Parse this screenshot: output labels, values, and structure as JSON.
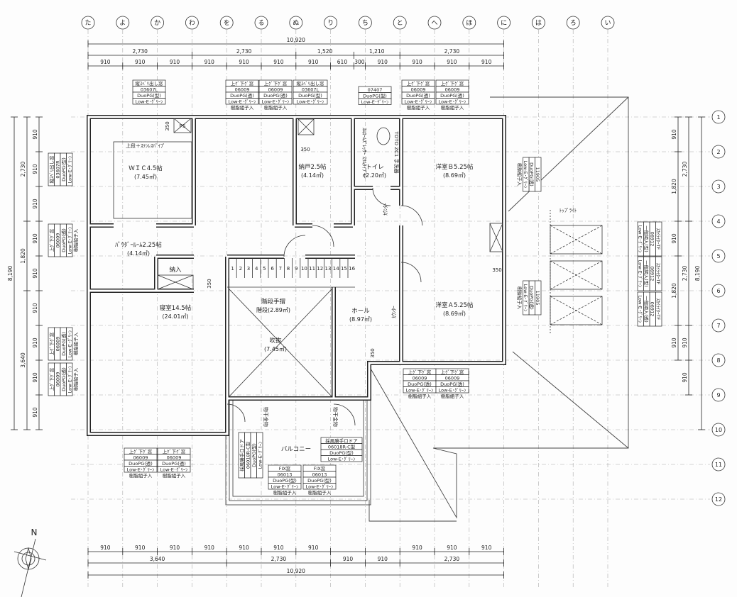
{
  "grid": {
    "columns": [
      "た",
      "よ",
      "か",
      "わ",
      "を",
      "る",
      "ぬ",
      "り",
      "ち",
      "と",
      "へ",
      "ほ",
      "に",
      "は",
      "ろ",
      "い"
    ],
    "rows": [
      "1",
      "2",
      "3",
      "4",
      "5",
      "6",
      "7",
      "8",
      "9",
      "10",
      "11",
      "12"
    ]
  },
  "dimensions": {
    "top_total": [
      "10,920"
    ],
    "top_mid": [
      "2,730",
      "2,730",
      "1,520",
      "1,210",
      "2,730"
    ],
    "top_unit": [
      "910",
      "910",
      "910",
      "910",
      "910",
      "910",
      "910",
      "610",
      "300",
      "910",
      "910",
      "910",
      "910"
    ],
    "bottom_unit": [
      "910",
      "910",
      "910",
      "910",
      "910",
      "910",
      "910",
      null,
      null,
      "910",
      "910",
      "910"
    ],
    "bottom_mid": [
      "3,640",
      "2,730",
      "910",
      "910",
      "2,730"
    ],
    "bottom_total": [
      "10,920"
    ],
    "left_total": [
      "8,190"
    ],
    "left_mid": [
      "2,730",
      "1,820",
      "3,640"
    ],
    "left_unit": [
      "910",
      "910",
      "910",
      "910",
      "910",
      "910",
      "910",
      "910",
      "910"
    ],
    "right_a": [
      "910",
      "1,820",
      "910",
      "1,820",
      "910"
    ],
    "right_b": [
      "2,730",
      "2,730",
      "910",
      "910"
    ],
    "right_total": [
      "8,190"
    ]
  },
  "rooms": {
    "wic": {
      "name": "ＷＩＣ4.5帖",
      "area": "(7.45㎡)"
    },
    "powder": {
      "name": "ﾊﾟｳﾀﾞｰﾙｰﾑ2.25帖",
      "area": "(4.14㎡)"
    },
    "bedroom": {
      "name": "寝室14.5帖",
      "area": "(24.01㎡)"
    },
    "storage": {
      "name": "納戸2.5帖",
      "area": "(4.14㎡)"
    },
    "toilet": {
      "name": "トイレ",
      "area": "(2.20㎡)"
    },
    "western_b": {
      "name": "洋室Ｂ5.25帖",
      "area": "(8.69㎡)"
    },
    "western_a": {
      "name": "洋室Ａ5.25帖",
      "area": "(8.69㎡)"
    },
    "hall": {
      "name": "ホール",
      "area": "(8.97㎡)"
    },
    "stairs": {
      "name": "階段手摺",
      "area": "階段(2.89㎡)"
    },
    "void": {
      "name": "吹抜",
      "area": "(7.45㎡)"
    },
    "balcony": {
      "name": "バルコニー",
      "area": ""
    },
    "closet_in": {
      "name": "納入",
      "area": ""
    }
  },
  "labels": {
    "upper_shelf": "上段＋ｽﾃﾝﾚｽﾊﾟｲﾌﾟ",
    "top_light": "ﾄｯﾌﾟﾗｲﾄ",
    "counter": "ｶｳﾝﾀｰ",
    "toilet_fixture": "TOTO ZC1 手洗器",
    "dresser": "ｽﾑﾛｰﾑｽﾞﾚｯｻｰ ｽﾘﾑﾀｲﾌﾟC",
    "clearance": "350",
    "ps": "PS",
    "drying_hardware": "物干金物",
    "compass": "N"
  },
  "stair_numbers": [
    "1",
    "2",
    "3",
    "4",
    "5",
    "6",
    "7",
    "8",
    "9",
    "10",
    "11",
    "12",
    "13",
    "14",
    "15",
    "16"
  ],
  "windows": [
    {
      "lines": [
        "縦ｽﾍﾞﾘ出し窓",
        "03607L",
        "DuoPG(型)",
        "Low-E･ｸﾞﾘｰﾝ"
      ],
      "note": ""
    },
    {
      "lines": [
        "上ｹﾞ下ｹﾞ窓",
        "06009",
        "DuoPG(透)",
        "Low-E･ｸﾞﾘｰﾝ"
      ],
      "note": "樹脂組子入"
    },
    {
      "lines": [
        "上ｹﾞ下ｹﾞ窓",
        "06009",
        "DuoPG(透)",
        "Low-E･ｸﾞﾘｰﾝ"
      ],
      "note": "樹脂組子入"
    },
    {
      "lines": [
        "縦ｽﾍﾞﾘ出し窓",
        "03607L",
        "DuoPG(型)",
        "Low-E･ｸﾞﾘｰﾝ"
      ],
      "note": ""
    },
    {
      "lines": [
        "07407",
        "DuoPG(型)",
        "Low-E･ｸﾞﾘｰﾝ"
      ],
      "note": ""
    },
    {
      "lines": [
        "上ｹﾞ下ｹﾞ窓",
        "06009",
        "DuoPG(透)",
        "Low-E･ｸﾞﾘｰﾝ"
      ],
      "note": "樹脂組子入"
    },
    {
      "lines": [
        "上ｹﾞ下ｹﾞ窓",
        "06009",
        "DuoPG(透)",
        "Low-E･ｸﾞﾘｰﾝ"
      ],
      "note": "樹脂組子入"
    },
    {
      "lines": [
        "縦ｽﾍﾞﾘ出し窓",
        "03607R",
        "DuoPG(型)",
        "Low-E･ｸﾞﾘｰﾝ"
      ],
      "note": ""
    },
    {
      "lines": [
        "上ｹﾞ下ｹﾞ窓",
        "06009",
        "DuoPG(透)",
        "Low-E･ｸﾞﾘｰﾝ"
      ],
      "note": "樹脂組子入"
    },
    {
      "lines": [
        "上ｹﾞ下ｹﾞ窓",
        "06009",
        "DuoPG(透)",
        "Low-E･ｸﾞﾘｰﾝ"
      ],
      "note": "樹脂組子入"
    },
    {
      "lines": [
        "上ｹﾞ下ｹﾞ窓",
        "06009",
        "DuoPG(透)",
        "Low-E･ｸﾞﾘｰﾝ"
      ],
      "note": "樹脂組子入"
    },
    {
      "lines": [
        "11905",
        "DuoPG(透)",
        "Low-E･ｸﾞﾘｰﾝ"
      ],
      "note": "樹脂組子入"
    },
    {
      "lines": [
        "11905",
        "DuoPG(透)",
        "Low-E･ｸﾞﾘｰﾝ"
      ],
      "note": "樹脂組子入"
    },
    {
      "lines": [
        "ｽｶｲﾗｲﾀｰTF",
        "06912",
        "一般網入(型)",
        "Low-E･ｸﾞﾘｰﾝ"
      ],
      "note": ""
    },
    {
      "lines": [
        "ｽｶｲﾗｲﾀｰTF",
        "06912",
        "一般網入(型)",
        "Low-E･ｸﾞﾘｰﾝ"
      ],
      "note": ""
    },
    {
      "lines": [
        "ｽｶｲﾗｲﾀｰTF",
        "06912",
        "一般網入(透)",
        "Low-E･ｸﾞﾘｰﾝ"
      ],
      "note": ""
    },
    {
      "lines": [
        "上ｹﾞ下ｹﾞ窓",
        "06009",
        "DuoPG(透)",
        "Low-E･ｸﾞﾘｰﾝ"
      ],
      "note": "樹脂組子入"
    },
    {
      "lines": [
        "上ｹﾞ下ｹﾞ窓",
        "06009",
        "DuoPG(透)",
        "Low-E･ｸﾞﾘｰﾝ"
      ],
      "note": "樹脂組子入"
    },
    {
      "lines": [
        "上ｹﾞ下ｹﾞ窓",
        "06009",
        "DuoPG(透)",
        "Low-E･ｸﾞﾘｰﾝ"
      ],
      "note": "樹脂組子入"
    },
    {
      "lines": [
        "上ｹﾞ下ｹﾞ窓",
        "06009",
        "DuoPG(透)",
        "Low-E･ｸﾞﾘｰﾝ"
      ],
      "note": "樹脂組子入"
    },
    {
      "lines": [
        "採風勝手ロドア",
        "06018R-C型",
        "DuoPG(型)",
        "Low-E･ｸﾞﾘｰﾝ"
      ],
      "note": ""
    },
    {
      "lines": [
        "採風勝手ロドア",
        "06018R-C型",
        "DuoPG(型)",
        "Low-E･ｸﾞﾘｰﾝ"
      ],
      "note": ""
    },
    {
      "lines": [
        "FIX窓",
        "06013",
        "DuoPG(型)",
        "Low-E･ｸﾞﾘｰﾝ"
      ],
      "note": "樹脂組子入"
    },
    {
      "lines": [
        "FIX窓",
        "06013",
        "DuoPG(型)",
        "Low-E･ｸﾞﾘｰﾝ"
      ],
      "note": "樹脂組子入"
    }
  ]
}
